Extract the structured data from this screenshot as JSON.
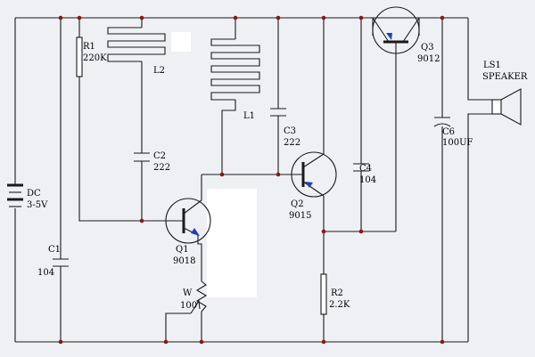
{
  "labels": {
    "r1_ref": "R1",
    "r1_val": "220K",
    "l2_ref": "L2",
    "l1_ref": "L1",
    "c2_ref": "C2",
    "c2_val": "222",
    "c3_ref": "C3",
    "c3_val": "222",
    "q3_ref": "Q3",
    "q3_val": "9012",
    "ls1_ref": "LS1",
    "ls1_val": "SPEAKER",
    "c4_ref": "C4",
    "c4_val": "104",
    "c6_ref": "C6",
    "c6_val": "100UF",
    "dc_ref": "DC",
    "dc_val": "3-5V",
    "q2_ref": "Q2",
    "q2_val": "9015",
    "c1_ref": "C1",
    "c1_val": "104",
    "q1_ref": "Q1",
    "q1_val": "9018",
    "w_ref": "W",
    "w_val": "100",
    "r2_ref": "R2",
    "r2_val": "2.2K"
  },
  "colors": {
    "background": "#eef0f3",
    "wire": "#1a1a1a",
    "junction": "#8a1515",
    "transistor_arrow": "#1f3fbf"
  }
}
